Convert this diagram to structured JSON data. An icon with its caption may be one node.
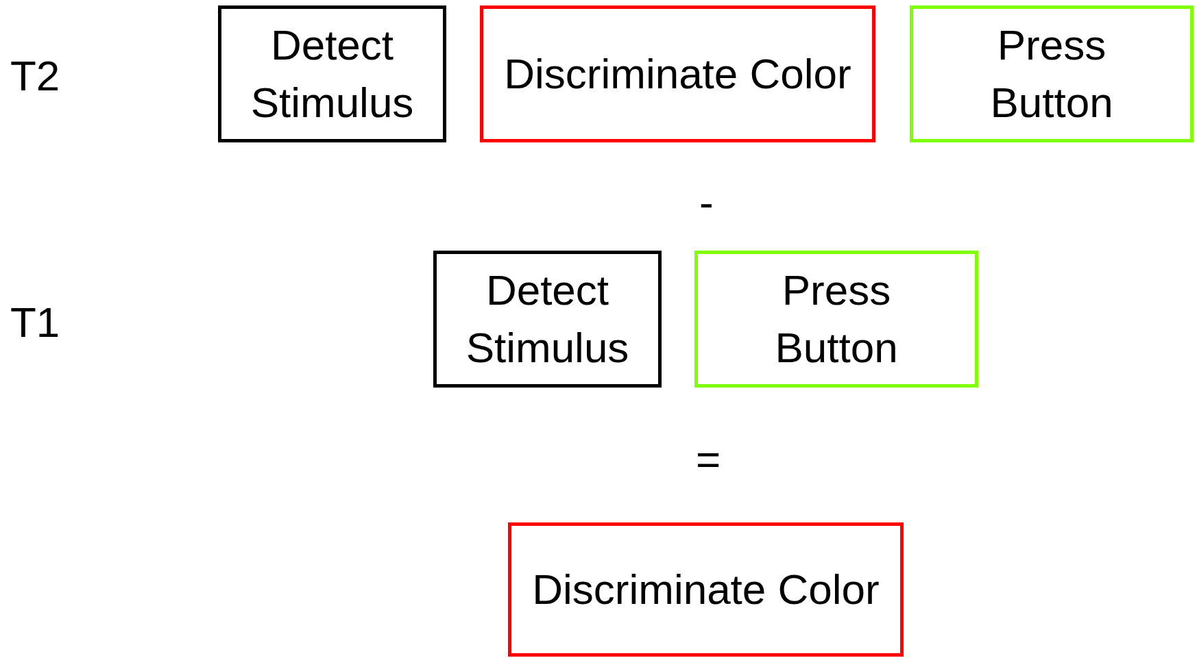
{
  "diagram": {
    "nodes": [
      {
        "text": [
          "Detect Stimulus"
        ]
      },
      {
        "text": [
          "Discriminate Color"
        ]
      },
      {
        "text": [
          "Press Button"
        ]
      },
      {
        "text": [
          "Detect Stimulus"
        ]
      },
      {
        "text": [
          "Press Button"
        ]
      },
      {
        "text": [
          "Discriminate Color"
        ]
      }
    ],
    "labels": [
      "T2",
      "-",
      "T1",
      "="
    ]
  }
}
